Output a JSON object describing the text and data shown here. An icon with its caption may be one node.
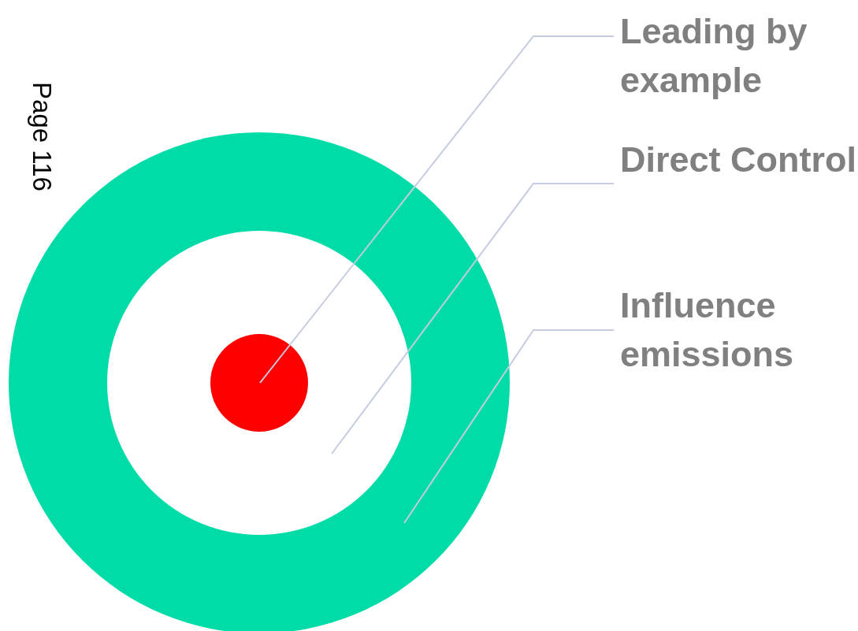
{
  "diagram": {
    "nodes": [
      {
        "text": [
          "Leading by example"
        ]
      },
      {
        "text": [
          "Direct Control"
        ]
      },
      {
        "text": [
          "Influence emissions"
        ]
      },
      {
        "text": [],
        "shape": "circle",
        "in": 4
      },
      {
        "text": [],
        "shape": "circle",
        "in": 5
      },
      {
        "text": [],
        "shape": "circle"
      }
    ],
    "edges": [
      {
        "from": 0,
        "to": 3,
        "arrow": "none"
      },
      {
        "from": 1,
        "to": 4,
        "arrow": "none"
      },
      {
        "from": 2,
        "to": 5,
        "arrow": "none"
      }
    ],
    "labels": [
      "Page 116"
    ]
  }
}
